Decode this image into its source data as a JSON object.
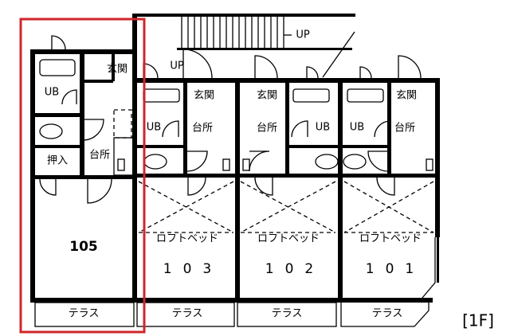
{
  "floor_label": "[1F]",
  "stairs": {
    "up_main": "UP",
    "up_small": "UP"
  },
  "highlight_color": "#d0262b",
  "units": [
    {
      "number": "105",
      "entrance": "玄関",
      "bath": "UB",
      "closet": "押入",
      "kitchen": "台所",
      "terrace": "テラス"
    },
    {
      "number": "103",
      "entrance": "玄関",
      "bath": "UB",
      "kitchen": "台所",
      "loft": "ロフトベッド",
      "terrace": "テラス"
    },
    {
      "number": "102",
      "entrance": "玄関",
      "bath": "UB",
      "kitchen": "台所",
      "loft": "ロフトベッド",
      "terrace": "テラス"
    },
    {
      "number": "101",
      "entrance": "玄関",
      "bath": "UB",
      "kitchen": "台所",
      "loft": "ロフトベッド",
      "terrace": "テラス"
    }
  ]
}
